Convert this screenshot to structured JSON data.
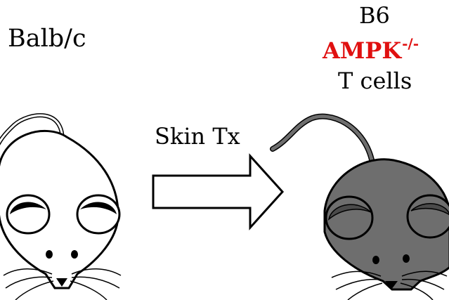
{
  "diagram": {
    "donor": {
      "label": "Balb/c",
      "color": "#ffffff"
    },
    "recipient": {
      "strain": "B6",
      "genotype": "AMPK",
      "genotype_superscript": "-/-",
      "cells": "T cells",
      "color": "#6e6e6e",
      "genotype_color": "#e01010"
    },
    "procedure": {
      "label": "Skin Tx"
    }
  }
}
